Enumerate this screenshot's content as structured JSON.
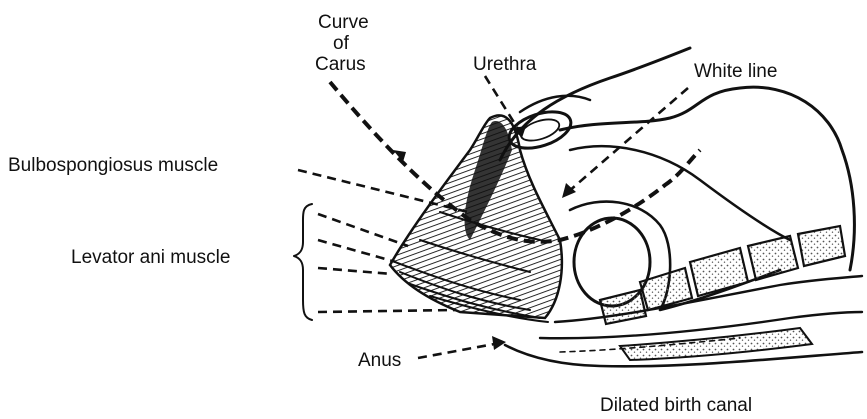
{
  "labels": {
    "curve_of_carus_line1": "Curve",
    "curve_of_carus_line2": "of",
    "curve_of_carus_line3": "Carus",
    "urethra": "Urethra",
    "white_line": "White line",
    "bulbospongiosus": "Bulbospongiosus muscle",
    "levator_ani": "Levator ani muscle",
    "anus": "Anus",
    "dilated_birth_canal": "Dilated birth canal"
  },
  "colors": {
    "ink": "#111111",
    "background": "#ffffff",
    "stipple": "#555555"
  }
}
